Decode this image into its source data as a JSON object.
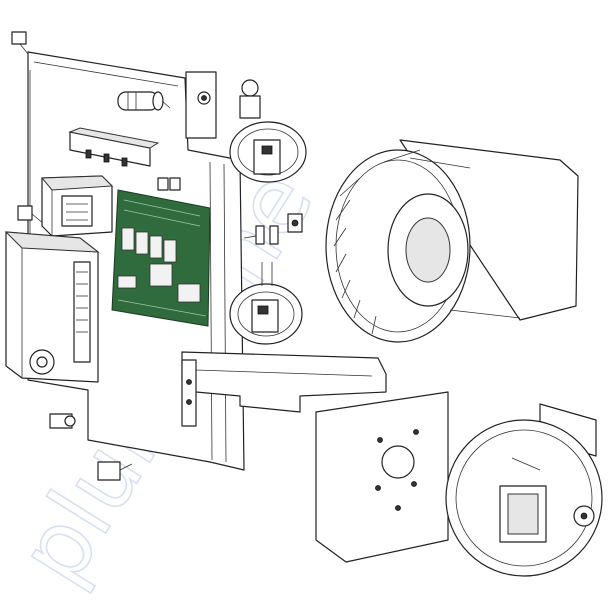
{
  "watermark": {
    "text": "plumbfine",
    "color": "#c9d6ef"
  },
  "colors": {
    "line": "#222222",
    "pcb": "#2f6b3c",
    "background": "#ffffff"
  },
  "parts": [
    "cabinet-back-panel",
    "capacitor",
    "terminal-block",
    "transformer",
    "control-board-pcb",
    "ignition-control-module",
    "pressure-switch-upper",
    "pressure-switch-lower",
    "hose-fittings",
    "blower-wheel",
    "motor-mounting-bracket",
    "blower-mounting-plate",
    "blower-motor-housing",
    "limit-switch",
    "wire-connector"
  ]
}
